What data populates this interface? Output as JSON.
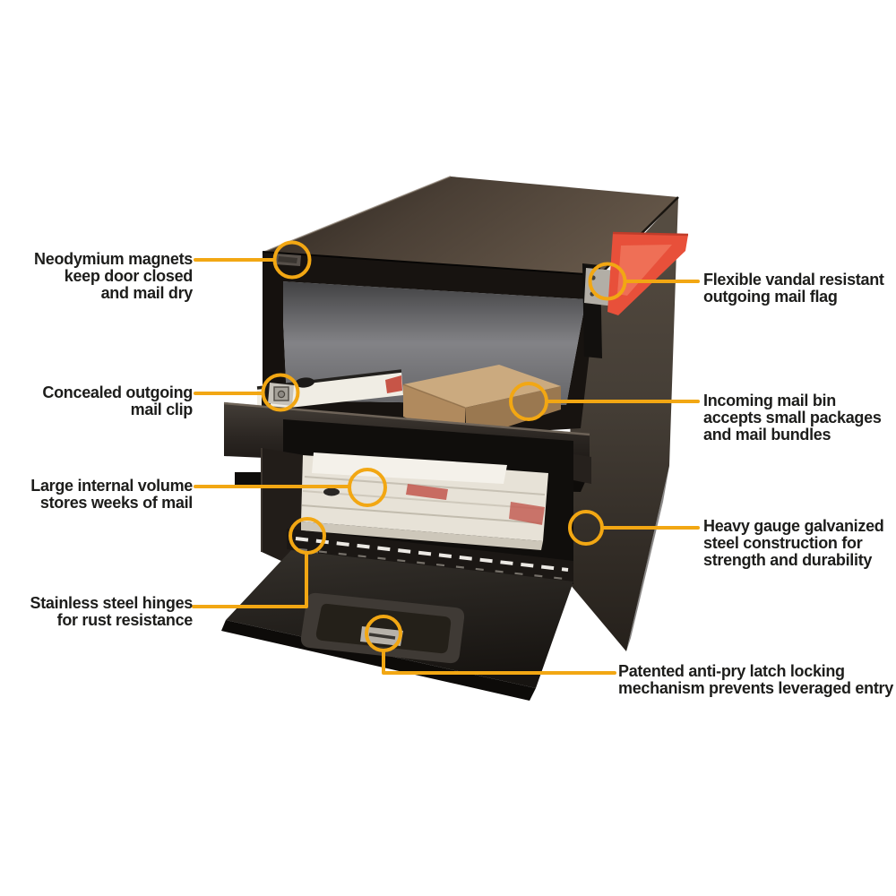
{
  "diagram": {
    "type": "product-feature-callout-diagram",
    "subject": "locking security mailbox with open compartments",
    "background": "#ffffff"
  },
  "colors": {
    "accent_callout": "#F2A713",
    "label_text": "#1d1d1b",
    "box_top": "#5f5246",
    "box_front_dark": "#241e19",
    "box_side": "#46403a",
    "interior_speckle": "#7d7d7d",
    "flag_red": "#E8503A",
    "cardboard": "#C9A87D",
    "paper": "#E9E4D9",
    "hardware_silver": "#B7B2AA"
  },
  "icons": {
    "circle_markers": "callout-circle-icon"
  },
  "callouts": {
    "left": [
      {
        "id": "magnets",
        "lines": [
          "Neodymium magnets",
          "keep door closed",
          "and mail dry"
        ]
      },
      {
        "id": "mail-clip",
        "lines": [
          "Concealed outgoing",
          "mail clip"
        ]
      },
      {
        "id": "volume",
        "lines": [
          "Large internal volume",
          "stores weeks of mail"
        ]
      },
      {
        "id": "hinges",
        "lines": [
          "Stainless steel hinges",
          "for rust resistance"
        ]
      }
    ],
    "right": [
      {
        "id": "flag",
        "lines": [
          "Flexible vandal resistant",
          "outgoing mail flag"
        ]
      },
      {
        "id": "mail-bin",
        "lines": [
          "Incoming mail bin",
          "accepts small packages",
          "and mail bundles"
        ]
      },
      {
        "id": "steel",
        "lines": [
          "Heavy gauge galvanized",
          "steel construction for",
          "strength and durability"
        ]
      },
      {
        "id": "latch",
        "lines": [
          "Patented anti-pry latch locking",
          "mechanism prevents leveraged entry"
        ]
      }
    ]
  }
}
